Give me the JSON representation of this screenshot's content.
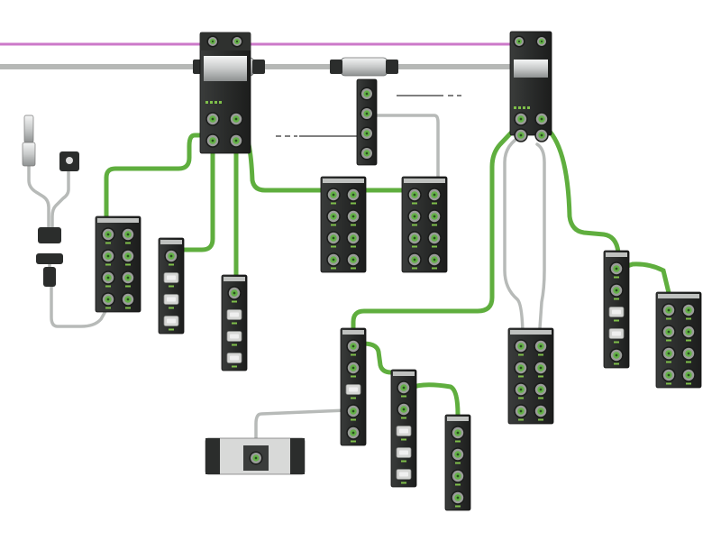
{
  "diagram": {
    "description_visible_text": [],
    "colors": {
      "background": "#ffffff",
      "module_body": "#2b2d2c",
      "module_panel": "#d5d6d4",
      "port_ring": "#9a9c99",
      "port_green": "#63b246",
      "cable_green": "#5fae3e",
      "cable_gray": "#b7bab8",
      "backbone_magenta": "#cc79c9",
      "backbone_gray": "#b6b8b6",
      "connector_silver": "#d6d8d8"
    },
    "icons": [
      "fieldbus-backbone-cable",
      "inline-t-connector",
      "io-module",
      "m12-port",
      "sensor",
      "valve-terminal",
      "y-splitter"
    ]
  }
}
